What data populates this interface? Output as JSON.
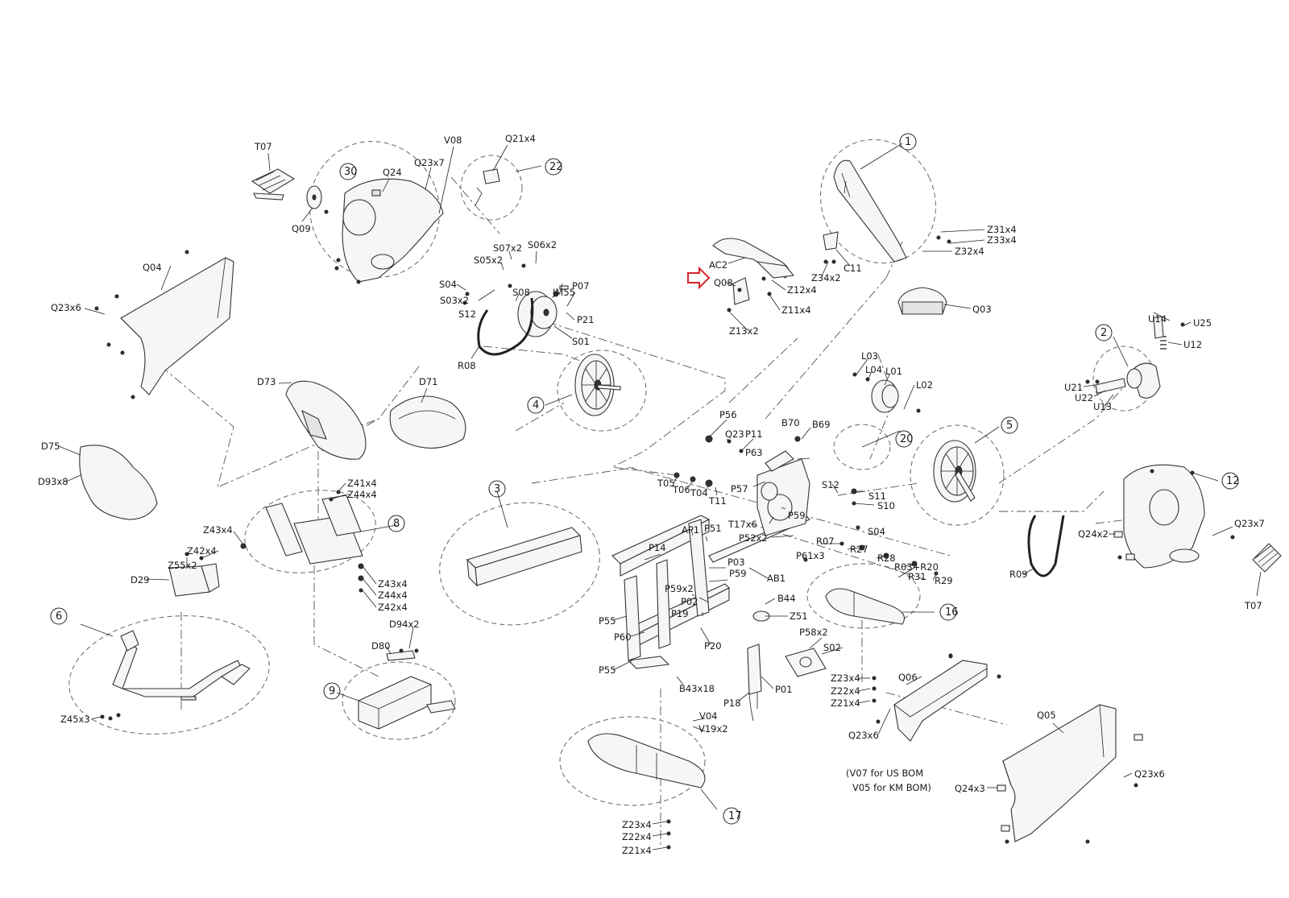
{
  "diagram": {
    "highlight_color": "#d7262b",
    "highlighted_part": "Q08",
    "labels": [
      {
        "id": "t07a",
        "text": "T07"
      },
      {
        "id": "q09",
        "text": "Q09"
      },
      {
        "id": "l30",
        "text": "30"
      },
      {
        "id": "q24a",
        "text": "Q24"
      },
      {
        "id": "q23x7a",
        "text": "Q23x7"
      },
      {
        "id": "v08",
        "text": "V08"
      },
      {
        "id": "q21x4",
        "text": "Q21x4"
      },
      {
        "id": "l22",
        "text": "22"
      },
      {
        "id": "q04",
        "text": "Q04"
      },
      {
        "id": "q23x6a",
        "text": "Q23x6"
      },
      {
        "id": "s07x2",
        "text": "S07x2"
      },
      {
        "id": "s06x2",
        "text": "S06x2"
      },
      {
        "id": "s05x2",
        "text": "S05x2"
      },
      {
        "id": "s04a",
        "text": "S04"
      },
      {
        "id": "s03x2",
        "text": "S03x2"
      },
      {
        "id": "s12a",
        "text": "S12"
      },
      {
        "id": "s08",
        "text": "S08"
      },
      {
        "id": "jm55",
        "text": "JM55"
      },
      {
        "id": "p07",
        "text": "P07"
      },
      {
        "id": "p21",
        "text": "P21"
      },
      {
        "id": "s01",
        "text": "S01"
      },
      {
        "id": "r08",
        "text": "R08"
      },
      {
        "id": "l4",
        "text": "4"
      },
      {
        "id": "l1",
        "text": "1"
      },
      {
        "id": "z31x4",
        "text": "Z31x4"
      },
      {
        "id": "z33x4",
        "text": "Z33x4"
      },
      {
        "id": "z32x4",
        "text": "Z32x4"
      },
      {
        "id": "c11",
        "text": "C11"
      },
      {
        "id": "z34x2",
        "text": "Z34x2"
      },
      {
        "id": "ac2",
        "text": "AC2"
      },
      {
        "id": "q08",
        "text": "Q08"
      },
      {
        "id": "z12x4",
        "text": "Z12x4"
      },
      {
        "id": "z11x4",
        "text": "Z11x4"
      },
      {
        "id": "z13x2",
        "text": "Z13x2"
      },
      {
        "id": "q003",
        "text": "Q03"
      },
      {
        "id": "u14",
        "text": "U14"
      },
      {
        "id": "u25",
        "text": "U25"
      },
      {
        "id": "u12",
        "text": "U12"
      },
      {
        "id": "l2",
        "text": "2"
      },
      {
        "id": "u21",
        "text": "U21"
      },
      {
        "id": "u22",
        "text": "U22"
      },
      {
        "id": "u13",
        "text": "U13"
      },
      {
        "id": "d73",
        "text": "D73"
      },
      {
        "id": "d71",
        "text": "D71"
      },
      {
        "id": "d75",
        "text": "D75"
      },
      {
        "id": "d93x8",
        "text": "D93x8"
      },
      {
        "id": "l03",
        "text": "L03"
      },
      {
        "id": "l04",
        "text": "L04"
      },
      {
        "id": "l01",
        "text": "L01"
      },
      {
        "id": "l02",
        "text": "L02"
      },
      {
        "id": "p56",
        "text": "P56"
      },
      {
        "id": "q23b",
        "text": "Q23"
      },
      {
        "id": "p11",
        "text": "P11"
      },
      {
        "id": "b70",
        "text": "B70"
      },
      {
        "id": "b69",
        "text": "B69"
      },
      {
        "id": "p63",
        "text": "P63"
      },
      {
        "id": "l20",
        "text": "20"
      },
      {
        "id": "l5",
        "text": "5"
      },
      {
        "id": "z41x4",
        "text": "Z41x4"
      },
      {
        "id": "z44x4a",
        "text": "Z44x4"
      },
      {
        "id": "z43x4a",
        "text": "Z43x4"
      },
      {
        "id": "z42x4a",
        "text": "Z42x4"
      },
      {
        "id": "l8",
        "text": "8"
      },
      {
        "id": "z55x2",
        "text": "Z55x2"
      },
      {
        "id": "d29",
        "text": "D29"
      },
      {
        "id": "z43x4b",
        "text": "Z43x4"
      },
      {
        "id": "z44x4b",
        "text": "Z44x4"
      },
      {
        "id": "z42x4b",
        "text": "Z42x4"
      },
      {
        "id": "l6",
        "text": "6"
      },
      {
        "id": "d94x2",
        "text": "D94x2"
      },
      {
        "id": "d80",
        "text": "D80"
      },
      {
        "id": "l9",
        "text": "9"
      },
      {
        "id": "z45x3",
        "text": "Z45x3"
      },
      {
        "id": "l3",
        "text": "3"
      },
      {
        "id": "t05",
        "text": "T05"
      },
      {
        "id": "t06",
        "text": "T06"
      },
      {
        "id": "t04",
        "text": "T04"
      },
      {
        "id": "t11",
        "text": "T11"
      },
      {
        "id": "p57",
        "text": "P57"
      },
      {
        "id": "s12b",
        "text": "S12"
      },
      {
        "id": "s11",
        "text": "S11"
      },
      {
        "id": "s10",
        "text": "S10"
      },
      {
        "id": "t17x6",
        "text": "T17x6"
      },
      {
        "id": "p59a",
        "text": "P59"
      },
      {
        "id": "s04b",
        "text": "S04"
      },
      {
        "id": "p52x2",
        "text": "P52x2"
      },
      {
        "id": "r07",
        "text": "R07"
      },
      {
        "id": "r27",
        "text": "R27"
      },
      {
        "id": "r28",
        "text": "R28"
      },
      {
        "id": "r03r20",
        "text": "R03+R20"
      },
      {
        "id": "r31",
        "text": "R31"
      },
      {
        "id": "r29",
        "text": "R29"
      },
      {
        "id": "p61x3",
        "text": "P61x3"
      },
      {
        "id": "ap1",
        "text": "AP1"
      },
      {
        "id": "p51",
        "text": "P51"
      },
      {
        "id": "p14",
        "text": "P14"
      },
      {
        "id": "p03",
        "text": "P03"
      },
      {
        "id": "p59b",
        "text": "P59"
      },
      {
        "id": "ab1",
        "text": "AB1"
      },
      {
        "id": "p59x2",
        "text": "P59x2"
      },
      {
        "id": "p02",
        "text": "P02"
      },
      {
        "id": "p19",
        "text": "P19"
      },
      {
        "id": "b44",
        "text": "B44"
      },
      {
        "id": "z51",
        "text": "Z51"
      },
      {
        "id": "p55a",
        "text": "P55"
      },
      {
        "id": "p60",
        "text": "P60"
      },
      {
        "id": "p20",
        "text": "P20"
      },
      {
        "id": "p58x2",
        "text": "P58x2"
      },
      {
        "id": "s02",
        "text": "S02"
      },
      {
        "id": "p55b",
        "text": "P55"
      },
      {
        "id": "b43x18",
        "text": "B43x18"
      },
      {
        "id": "p01",
        "text": "P01"
      },
      {
        "id": "p18",
        "text": "P18"
      },
      {
        "id": "v04",
        "text": "V04"
      },
      {
        "id": "v19x2",
        "text": "V19x2"
      },
      {
        "id": "l16",
        "text": "16"
      },
      {
        "id": "z23x4a",
        "text": "Z23x4"
      },
      {
        "id": "z22x4a",
        "text": "Z22x4"
      },
      {
        "id": "z21x4a",
        "text": "Z21x4"
      },
      {
        "id": "q06",
        "text": "Q06"
      },
      {
        "id": "q23x6b",
        "text": "Q23x6"
      },
      {
        "id": "l17",
        "text": "17"
      },
      {
        "id": "z23x4b",
        "text": "Z23x4"
      },
      {
        "id": "z22x4b",
        "text": "Z22x4"
      },
      {
        "id": "z21x4b",
        "text": "Z21x4"
      },
      {
        "id": "l12",
        "text": "12"
      },
      {
        "id": "q24x2",
        "text": "Q24x2"
      },
      {
        "id": "q23x7b",
        "text": "Q23x7"
      },
      {
        "id": "r09",
        "text": "R09"
      },
      {
        "id": "t07b",
        "text": "T07"
      },
      {
        "id": "q05",
        "text": "Q05"
      },
      {
        "id": "q24x3",
        "text": "Q24x3"
      },
      {
        "id": "q23x6c",
        "text": "Q23x6"
      }
    ],
    "note": {
      "line1": "(V07 for US BOM",
      "line2": "V05 for KM BOM)"
    }
  }
}
